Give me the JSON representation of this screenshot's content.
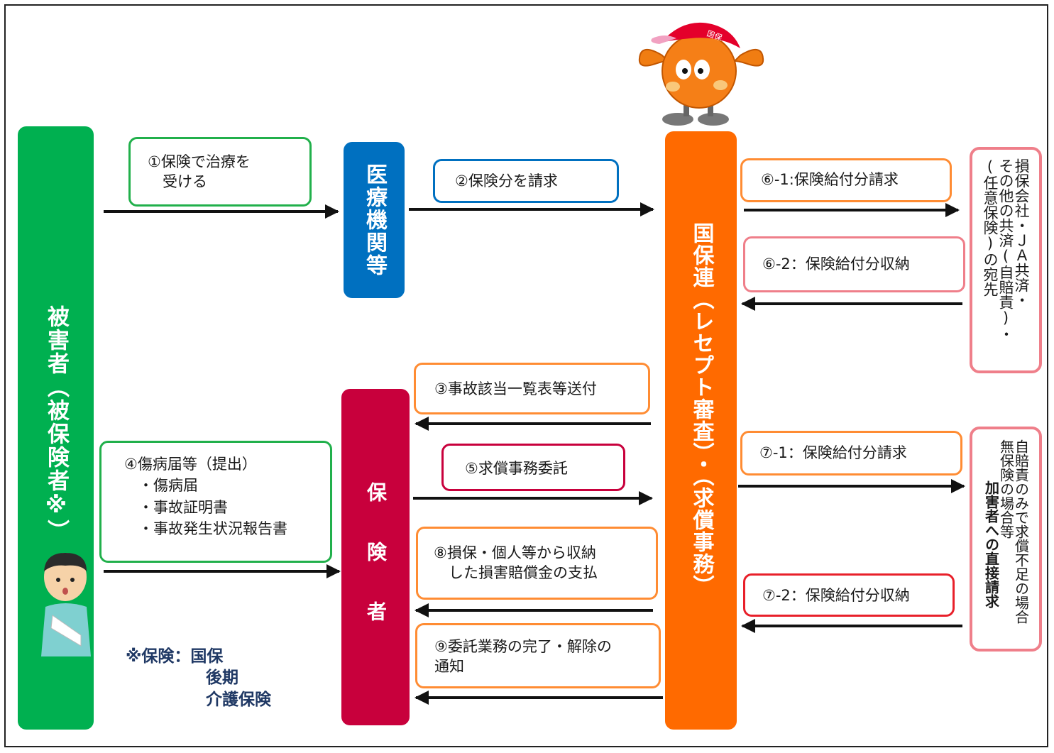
{
  "columns": {
    "victim": "被害者（被保険者※）",
    "medical": "医療機関等",
    "insurer": "保険者",
    "kokuhoren": "国保連（レセプト審査）・（求償事務）"
  },
  "colors": {
    "victim": "#00b050",
    "medical": "#0070c0",
    "insurer": "#c8003c",
    "kokuhoren": "#ff6a00",
    "pink_border": "#ef7f8a",
    "red_border": "#e8202a",
    "orange_border": "#ff8c33",
    "navy_text": "#1f3864"
  },
  "steps": {
    "s1": "①保険で治療を\n　受ける",
    "s2": "②保険分を請求",
    "s3": "③事故該当一覧表等送付",
    "s4_title": "④傷病届等（提出）",
    "s4_items": [
      "・傷病届",
      "・事故証明書",
      "・事故発生状況報告書"
    ],
    "s5": "⑤求償事務委託",
    "s6_1": "⑥-1:保険給付分請求",
    "s6_2": "⑥-2：保険給付分収納",
    "s7_1": "⑦-1：保険給付分請求",
    "s7_2": "⑦-2：保険給付分収納",
    "s8": "⑧損保・個人等から収納\n　した損害賠償金の支払",
    "s9": "⑨委託業務の完了・解除の\n通知"
  },
  "targets": {
    "upper_cols": [
      "損保会社・ＪＡ共済・",
      "その他の共済(自賠責)・",
      "(任意保険)の宛先"
    ],
    "lower_cols": [
      "自賠責のみで求償不足の場合",
      "無保険の場合等",
      "加害者への直接請求"
    ]
  },
  "note": {
    "title": "※保険：国保",
    "lines": [
      "後期",
      "介護保険"
    ]
  },
  "mascot": {
    "cap_text": "国保"
  }
}
